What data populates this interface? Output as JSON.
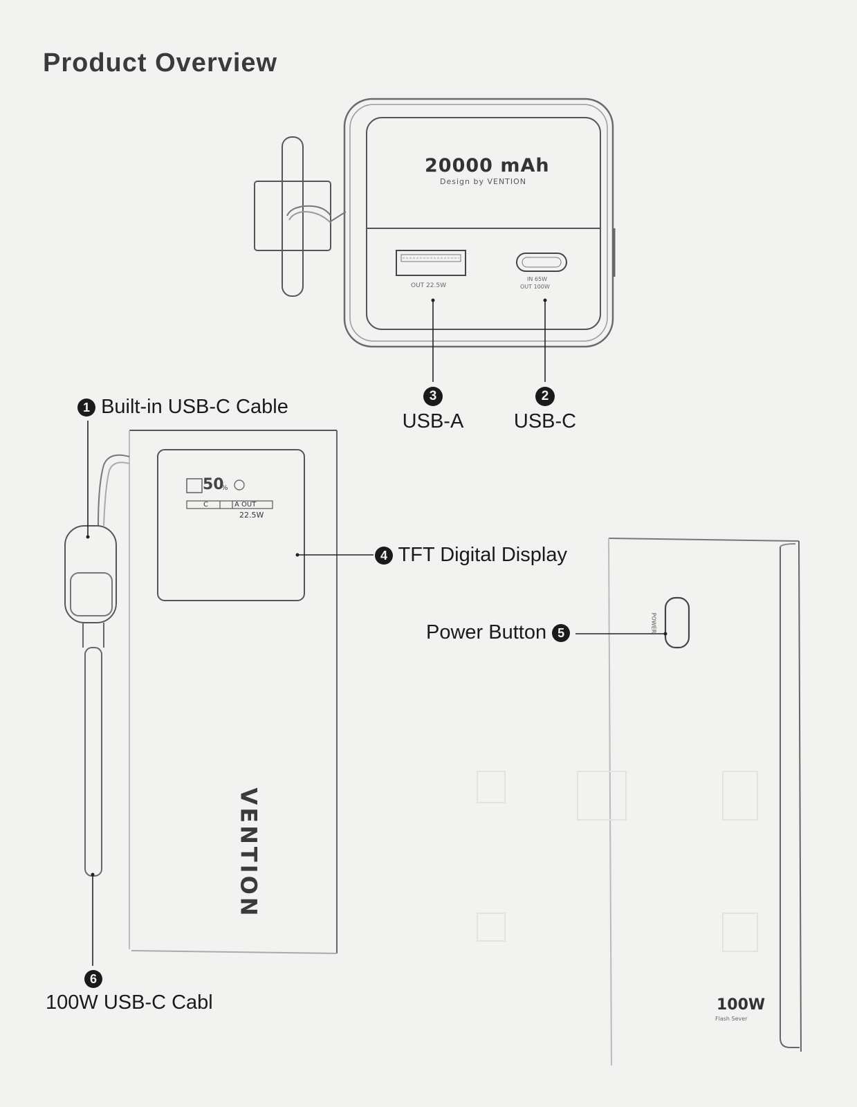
{
  "page": {
    "title": "Product Overview"
  },
  "device_top": {
    "capacity": "20000 mAh",
    "design": "Design by VENTION",
    "usb_a_port_label": "OUT 22.5W",
    "usb_c_port_label_in": "IN 65W",
    "usb_c_port_label_out": "OUT 100W"
  },
  "display": {
    "battery": "50",
    "percent_sign": "%",
    "row_c": "C",
    "row_a": "A OUT",
    "watt": "22.5W"
  },
  "device_front": {
    "brand": "VENTION"
  },
  "device_side": {
    "power_text": "POWER",
    "wattage": "100W",
    "subtitle": "Flash Sever"
  },
  "callouts": [
    {
      "num": "1",
      "label": "Built-in USB-C Cable"
    },
    {
      "num": "2",
      "label": "USB-C"
    },
    {
      "num": "3",
      "label": "USB-A"
    },
    {
      "num": "4",
      "label": "TFT Digital Display"
    },
    {
      "num": "5",
      "label": "Power Button"
    },
    {
      "num": "6",
      "label": "100W USB-C Cabl"
    }
  ],
  "colors": {
    "paper": "#f2f2f0",
    "ink": "#1e1e1e",
    "line": "#4a4a4a"
  }
}
